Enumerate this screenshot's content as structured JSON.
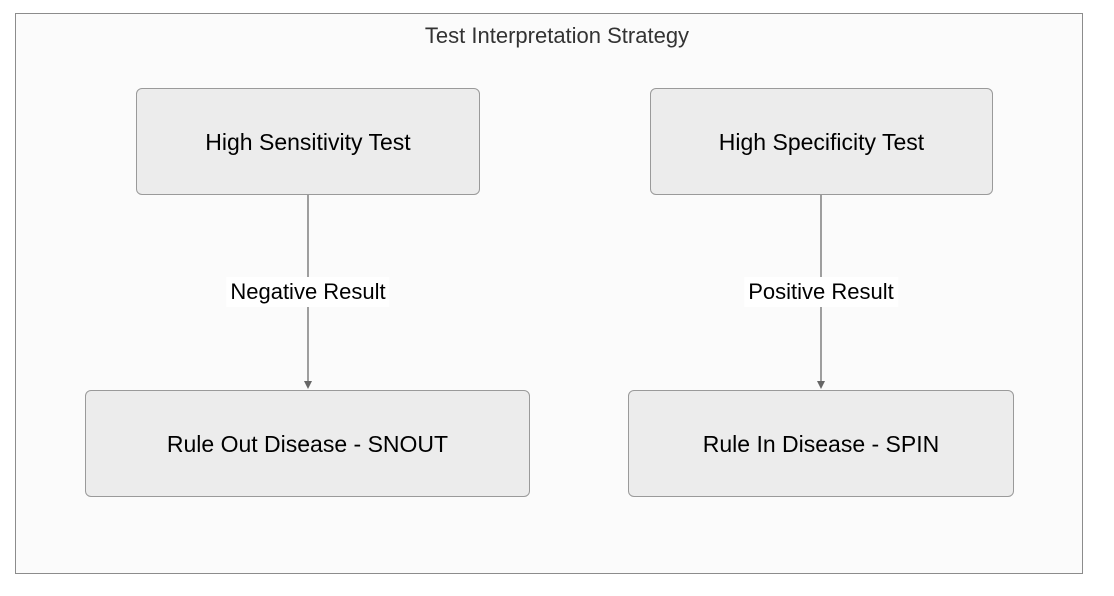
{
  "diagram": {
    "title": "Test Interpretation Strategy",
    "type": "flowchart",
    "direction": "top-down",
    "frame": {
      "background_color": "#FBFBFB",
      "border_color": "#8C8C8C"
    },
    "node_style": {
      "fill_color": "#ECECEC",
      "border_color": "#9A9A9A",
      "text_color": "#000000",
      "shape": "rounded-rectangle"
    },
    "edge_style": {
      "line_color": "#888888",
      "arrowhead": "filled-triangle",
      "label_background": "#FFFFFF"
    },
    "nodes": [
      {
        "id": "high-sensitivity",
        "label": "High Sensitivity Test",
        "column": "left",
        "row": "top"
      },
      {
        "id": "high-specificity",
        "label": "High Specificity Test",
        "column": "right",
        "row": "top"
      },
      {
        "id": "rule-out",
        "label": "Rule Out Disease - SNOUT",
        "column": "left",
        "row": "bottom"
      },
      {
        "id": "rule-in",
        "label": "Rule In Disease - SPIN",
        "column": "right",
        "row": "bottom"
      }
    ],
    "edges": [
      {
        "id": "negative",
        "from": "high-sensitivity",
        "to": "rule-out",
        "label": "Negative Result"
      },
      {
        "id": "positive",
        "from": "high-specificity",
        "to": "rule-in",
        "label": "Positive Result"
      }
    ]
  }
}
